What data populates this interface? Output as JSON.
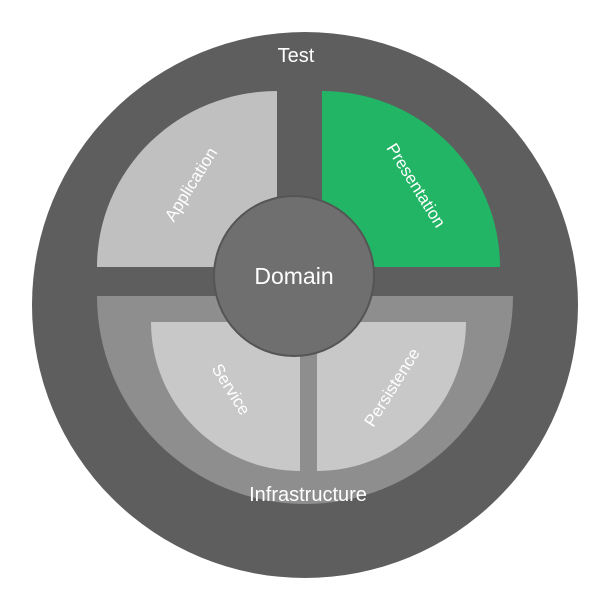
{
  "diagram": {
    "labels": {
      "outer": "Test",
      "top_left": "Application",
      "top_right": "Presentation",
      "bottom_ring": "Infrastructure",
      "bottom_left": "Service",
      "bottom_right": "Persistence",
      "center": "Domain"
    },
    "colors": {
      "outer_ring": "#5e5e5e",
      "quadrant_fill": "#c0c0c0",
      "highlight": "#22b565",
      "infrastructure_band": "#8e8e8e",
      "inner_quadrant": "#c8c8c8",
      "center_circle": "#6f6f6f",
      "text": "#ffffff"
    }
  }
}
